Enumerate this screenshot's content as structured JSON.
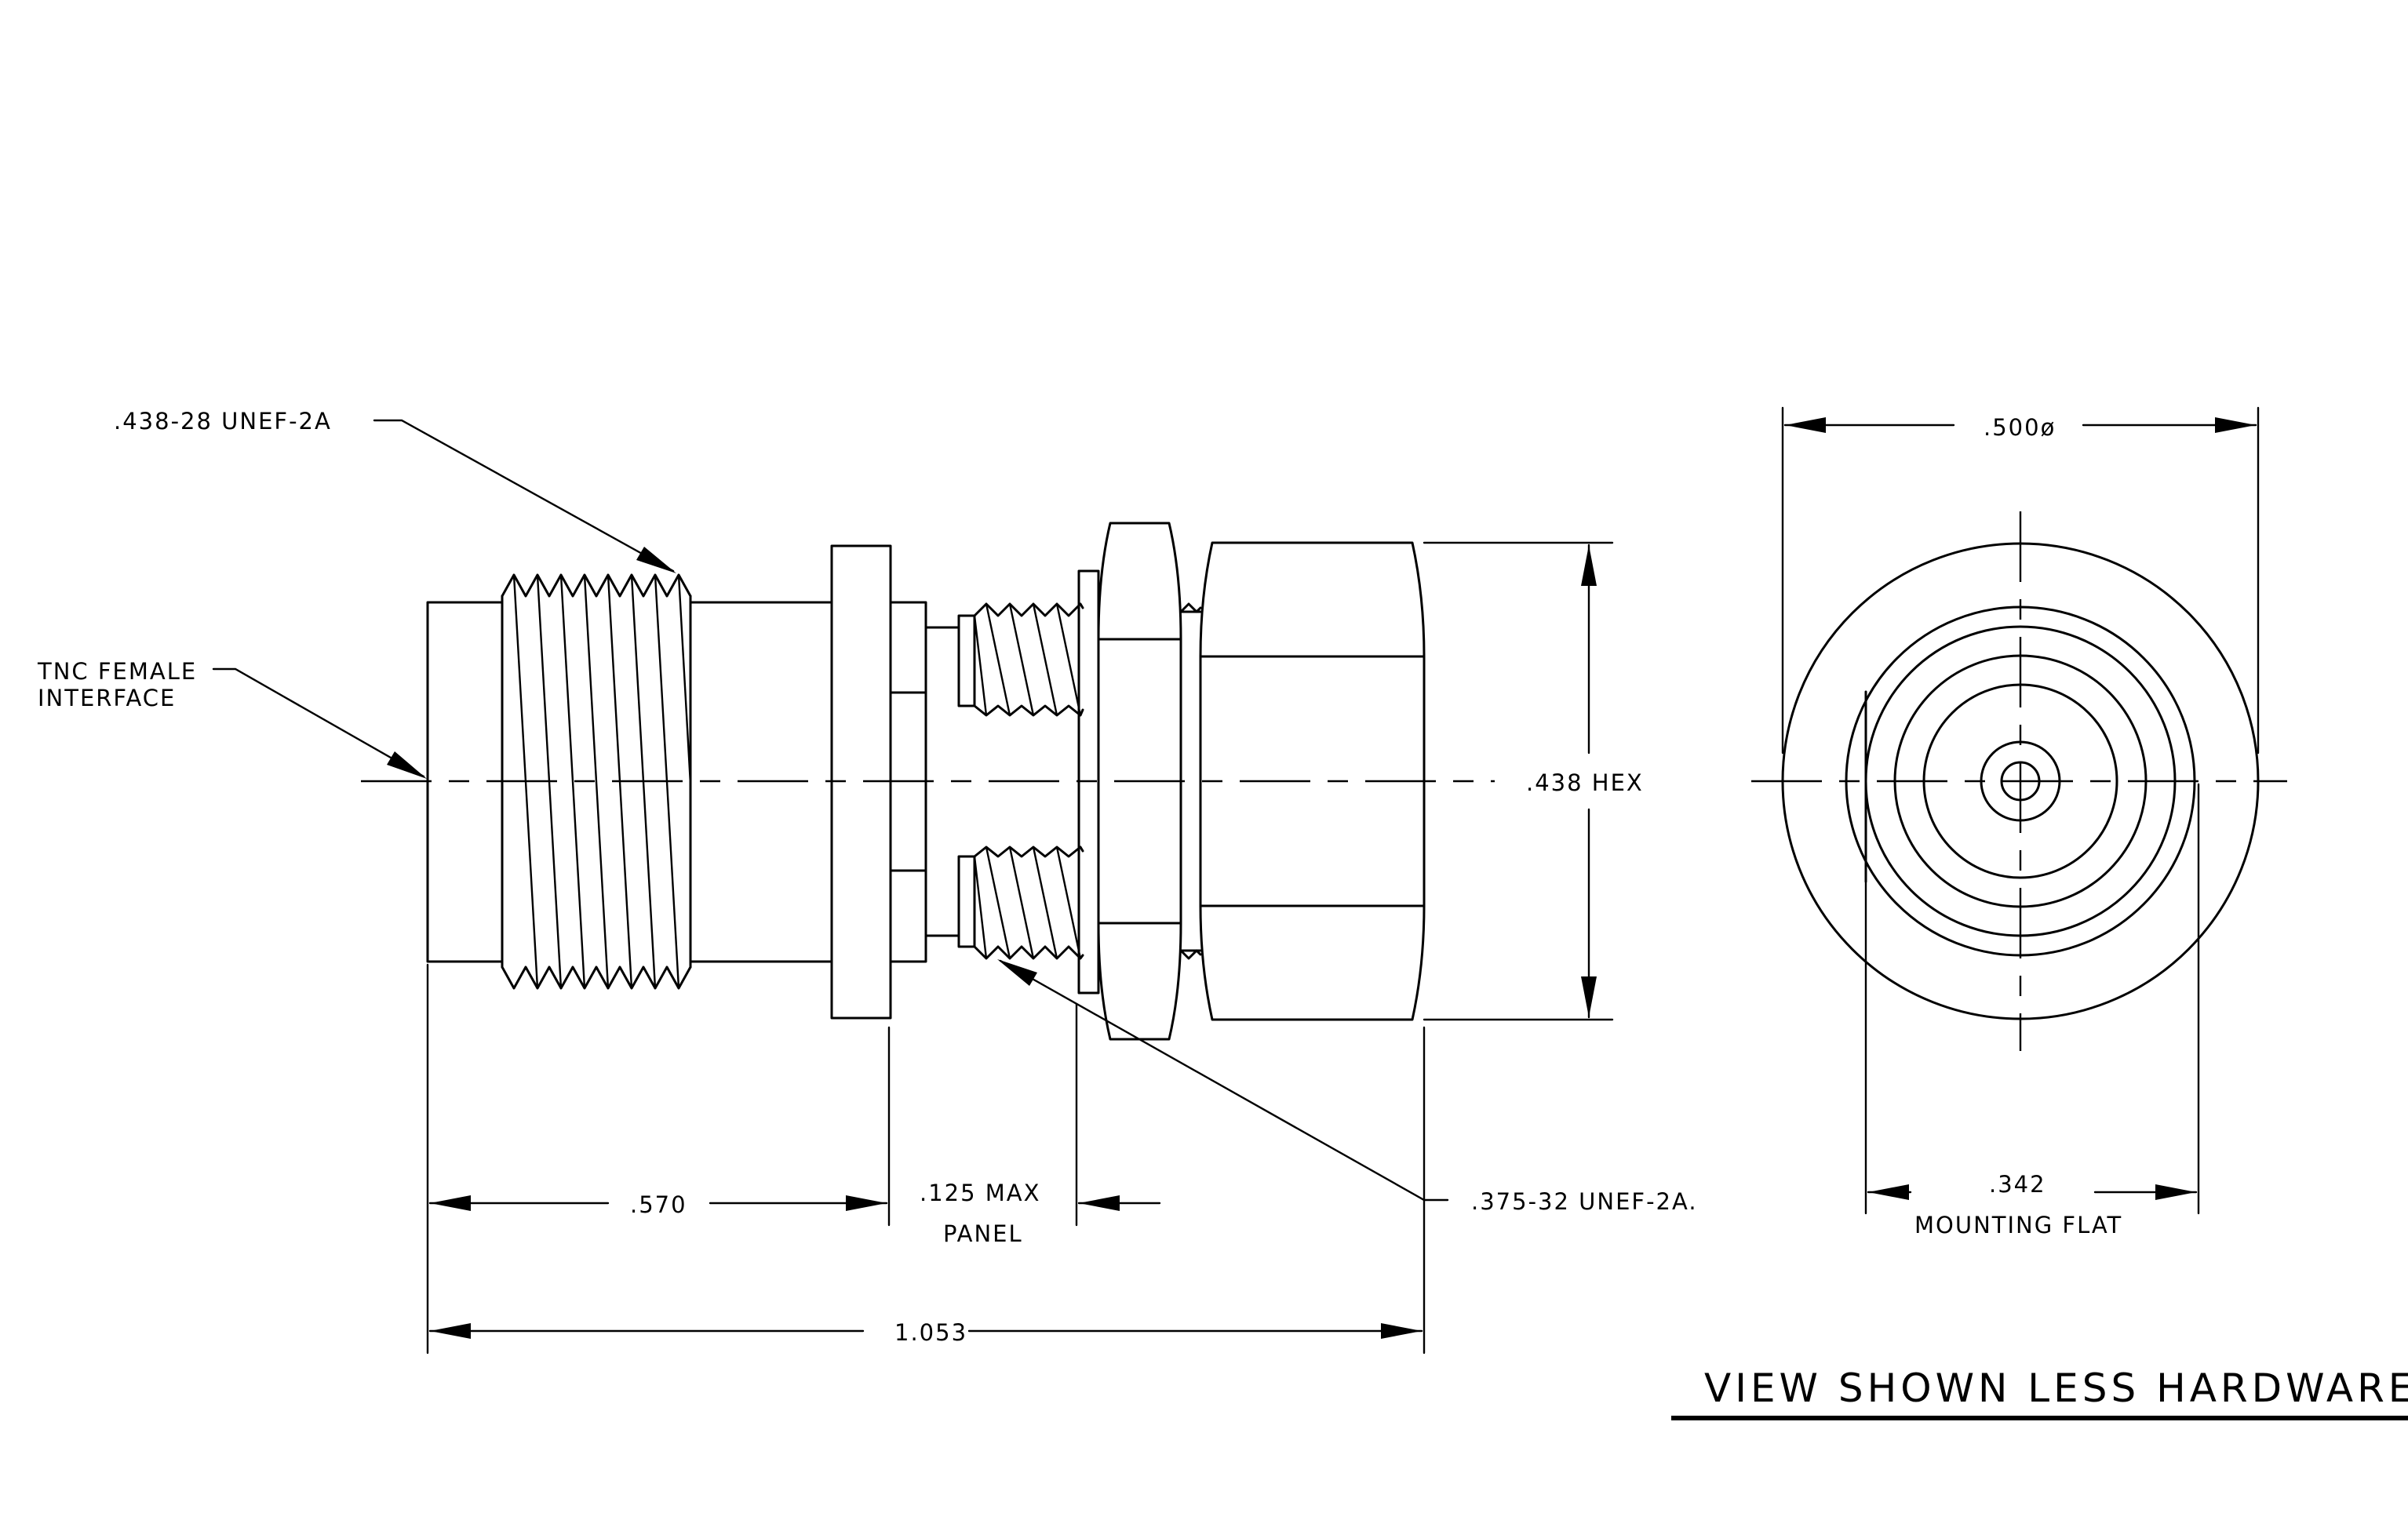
{
  "labels": {
    "thread_front": ".438-28 UNEF-2A",
    "interface_line1": "TNC FEMALE",
    "interface_line2": "INTERFACE",
    "hex": ".438 HEX",
    "diameter": ".500ø",
    "dim_570": ".570",
    "panel_line1": ".125 MAX",
    "panel_line2": "PANEL",
    "thread_rear": ".375-32 UNEF-2A.",
    "overall": "1.053",
    "flat_value": ".342",
    "flat_label": "MOUNTING FLAT",
    "view_note": "VIEW SHOWN LESS HARDWARE"
  }
}
